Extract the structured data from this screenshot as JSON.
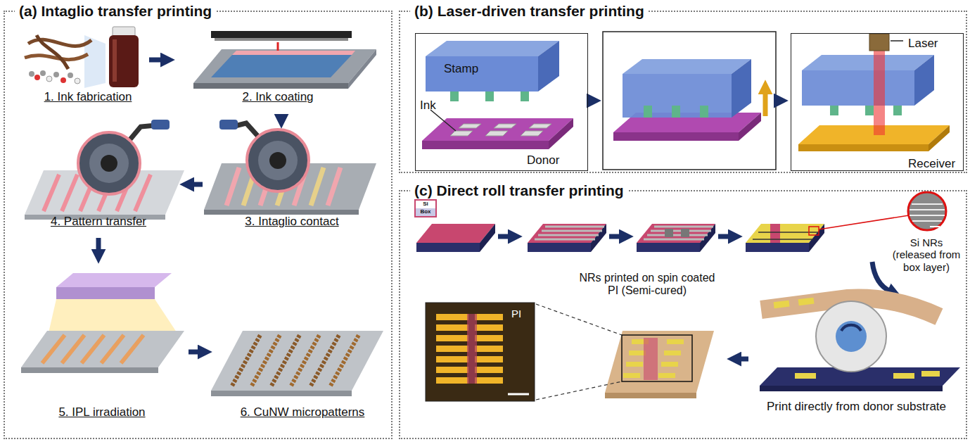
{
  "diagram": {
    "nodes": [
      {
        "text": [
          "(a) Intaglio transfer printing"
        ]
      },
      {
        "text": [
          "(b) Laser-driven transfer printing"
        ]
      },
      {
        "text": [
          "Stamp",
          "Ink",
          "Donor"
        ],
        "in": 1
      },
      {
        "text": [
          "Laser",
          "Receiver"
        ],
        "in": 1
      },
      {
        "text": [
          "(c) Direct roll transfer printing"
        ]
      },
      {
        "text": [
          "PI"
        ],
        "in": 4
      }
    ],
    "labels": [
      "1. Ink fabrication",
      "2. Ink coating",
      "3. Intaglio contact",
      "4. Pattern transfer",
      "5. IPL irradiation",
      "6. CuNW micropatterns",
      "Si",
      "Box",
      "Si NRs (released from box layer)",
      "NRs printed on spin coated PI (Semi-cured)",
      "Print directly from donor substrate"
    ]
  }
}
